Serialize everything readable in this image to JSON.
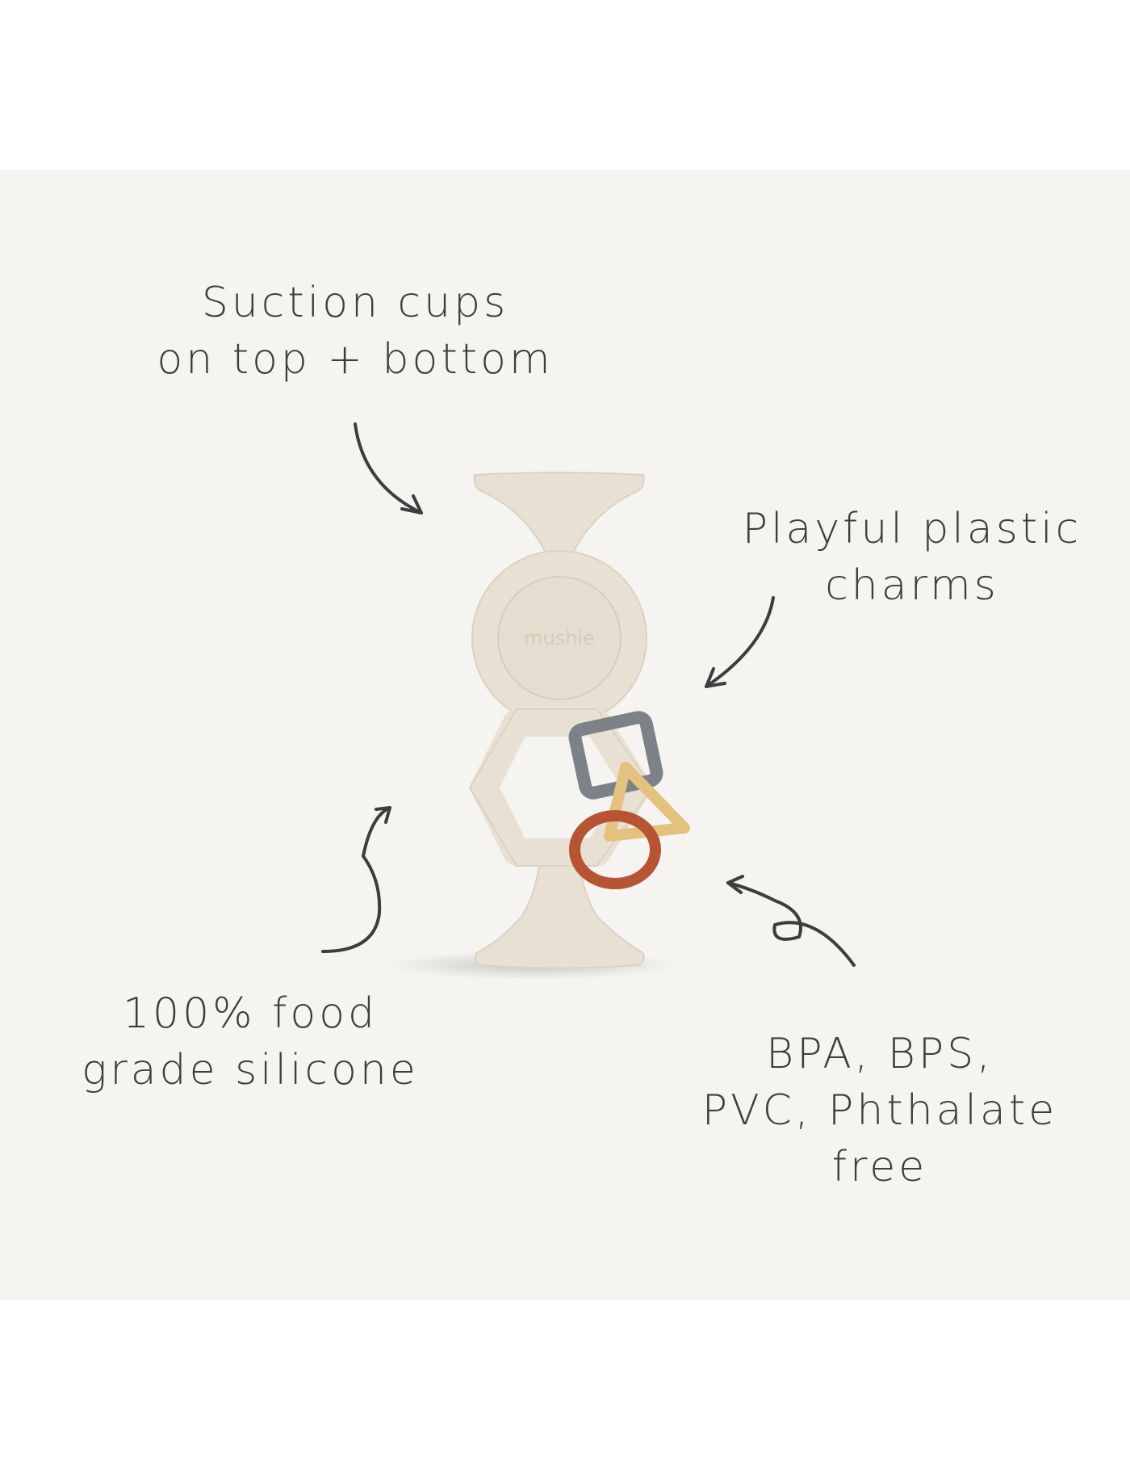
{
  "callouts": {
    "suction": {
      "line1": "Suction cups",
      "line2": "on top + bottom"
    },
    "charms": {
      "line1": "Playful plastic",
      "line2": "charms"
    },
    "silicone": {
      "line1": "100% food",
      "line2": "grade silicone"
    },
    "bpa": {
      "line1": "BPA, BPS,",
      "line2": "PVC, Phthalate",
      "line3": "free"
    }
  },
  "product": {
    "brand_emboss": "mushie"
  },
  "colors": {
    "background": "#f5f4f0",
    "silicone": "#e9e0d4",
    "charm_square": "#7c8288",
    "charm_triangle": "#e2c27e",
    "charm_ring": "#b75434",
    "ink": "#3d3d3d"
  }
}
